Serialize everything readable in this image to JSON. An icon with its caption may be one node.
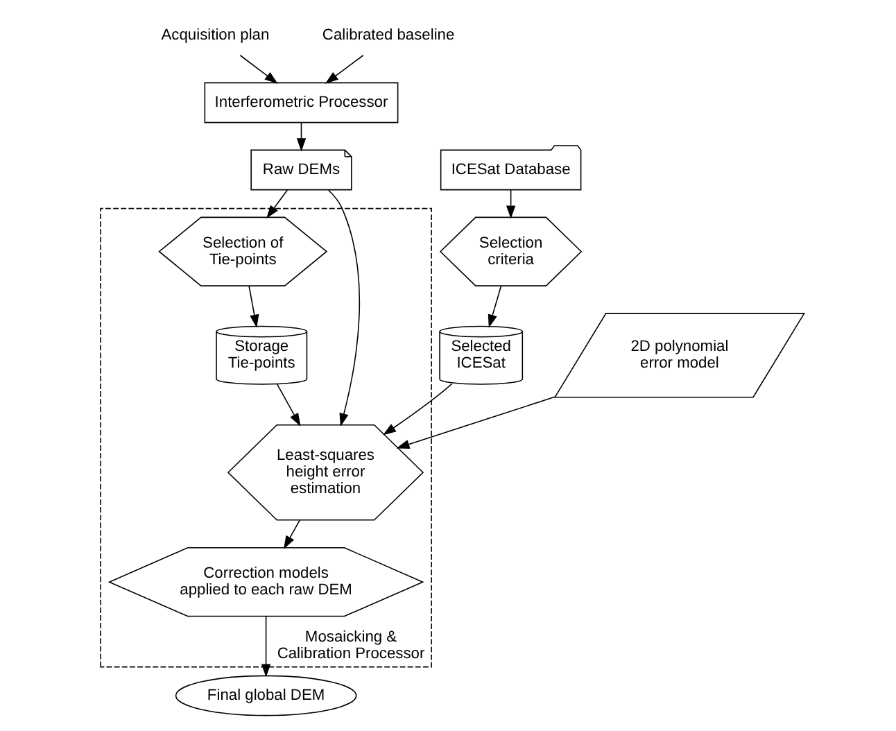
{
  "diagram": {
    "nodes": [
      {
        "text": [
          "Acquisition plan"
        ]
      },
      {
        "text": [
          "Calibrated baseline"
        ]
      },
      {
        "text": [
          "Interferometric Processor"
        ]
      },
      {
        "text": [
          "Raw DEMs"
        ]
      },
      {
        "text": [
          "ICESat Database"
        ]
      },
      {
        "text": [
          "Selection criteria"
        ]
      },
      {
        "text": [
          "Selected ICESat"
        ]
      },
      {
        "text": [
          "Mosaicking & Calibration Processor"
        ]
      },
      {
        "text": [
          "Selection of Tie-points"
        ],
        "in": 7
      },
      {
        "text": [
          "Storage Tie-points"
        ],
        "in": 7
      },
      {
        "text": [
          "Least-squares height error estimation"
        ],
        "in": 7
      },
      {
        "text": [
          "2D polynomial error model"
        ]
      },
      {
        "text": [
          "Correction models applied to each raw DEM"
        ],
        "in": 7
      },
      {
        "text": [
          "Final global DEM"
        ]
      }
    ],
    "edges": [
      {
        "from": 0,
        "to": 2,
        "arrow": "to"
      },
      {
        "from": 1,
        "to": 2,
        "arrow": "to"
      },
      {
        "from": 2,
        "to": 3,
        "arrow": "to"
      },
      {
        "from": 3,
        "to": 10,
        "arrow": "to"
      },
      {
        "from": 3,
        "to": 8,
        "arrow": "to"
      },
      {
        "from": 8,
        "to": 9,
        "arrow": "to"
      },
      {
        "from": 9,
        "to": 10,
        "arrow": "to"
      },
      {
        "from": 4,
        "to": 5,
        "arrow": "to"
      },
      {
        "from": 5,
        "to": 6,
        "arrow": "to"
      },
      {
        "from": 6,
        "to": 10,
        "arrow": "to"
      },
      {
        "from": 11,
        "to": 10,
        "arrow": "to"
      },
      {
        "from": 10,
        "to": 12,
        "arrow": "to"
      },
      {
        "from": 12,
        "to": 13,
        "arrow": "to"
      }
    ]
  }
}
